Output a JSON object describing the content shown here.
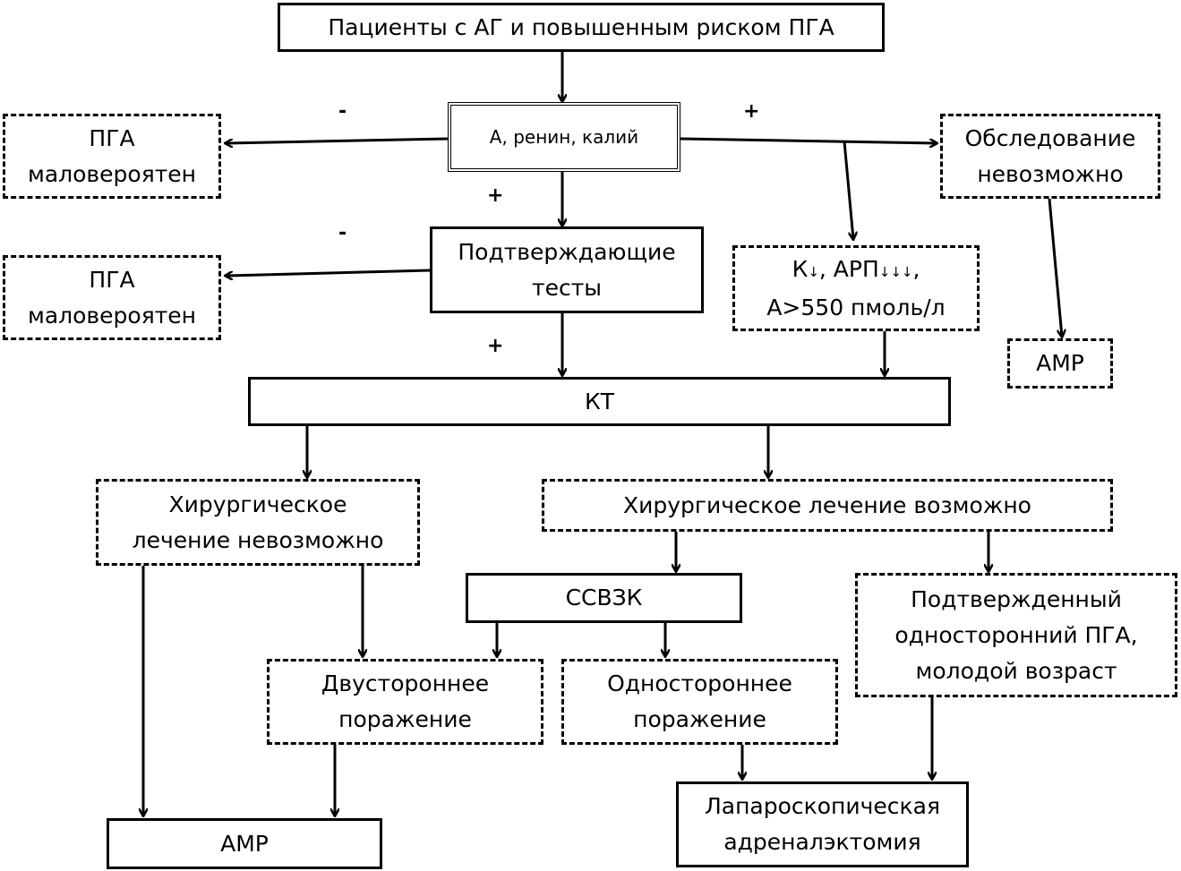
{
  "nodes": {
    "patients": "Пациенты с АГ и повышенным риском ПГА",
    "a_renin": "А, ренин, калий",
    "pga_unlikely_1": [
      "ПГА",
      "маловероятен"
    ],
    "exam_impossible": [
      "Обследование",
      "невозможно"
    ],
    "confirm_tests": [
      "Подтверждающие",
      "тесты"
    ],
    "pga_unlikely_2": [
      "ПГА",
      "маловероятен"
    ],
    "k_arp": {
      "k": "К",
      "k_arrow": "↓",
      "arp": ", АРП",
      "arp_arrows": "↓↓↓",
      "comma": ",",
      "a_line": "А>550 пмоль/л"
    },
    "amr_right": "АМР",
    "kt": "КТ",
    "surgery_impossible": [
      "Хирургическое",
      "лечение невозможно"
    ],
    "surgery_possible": "Хирургическое лечение возможно",
    "ssvzk": "ССВЗК",
    "confirmed_unilateral": [
      "Подтвержденный",
      "односторонний ПГА,",
      "молодой возраст"
    ],
    "bilateral": [
      "Двустороннее",
      "поражение"
    ],
    "unilateral": [
      "Одностороннее",
      "поражение"
    ],
    "amr_bottom": "АМР",
    "lap_adrenalectomy": [
      "Лапароскопическая",
      "адреналэктомия"
    ]
  },
  "signs": {
    "minus_1": "-",
    "plus_1": "+",
    "plus_2": "+",
    "minus_2": "-",
    "plus_3": "+"
  }
}
